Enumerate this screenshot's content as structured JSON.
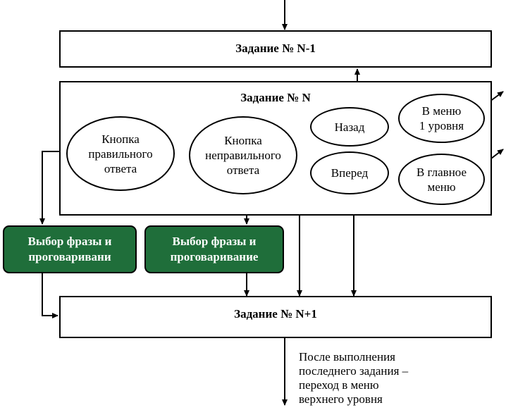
{
  "task_prev": "Задание № N-1",
  "task_current": "Задание № N",
  "task_next": "Задание № N+1",
  "buttons": {
    "correct": "Кнопка\nправильного\nответа",
    "incorrect": "Кнопка\nнеправильного\nответа",
    "back": "Назад",
    "forward": "Вперед",
    "menu_level1": "В меню\n1 уровня",
    "main_menu": "В главное\nменю"
  },
  "actions": {
    "left": "Выбор фразы и\nпроговаривани",
    "right": "Выбор фразы и\nпроговаривание"
  },
  "note": "После выполнения\nпоследнего задания –\nпереход в меню\nверхнего уровня"
}
